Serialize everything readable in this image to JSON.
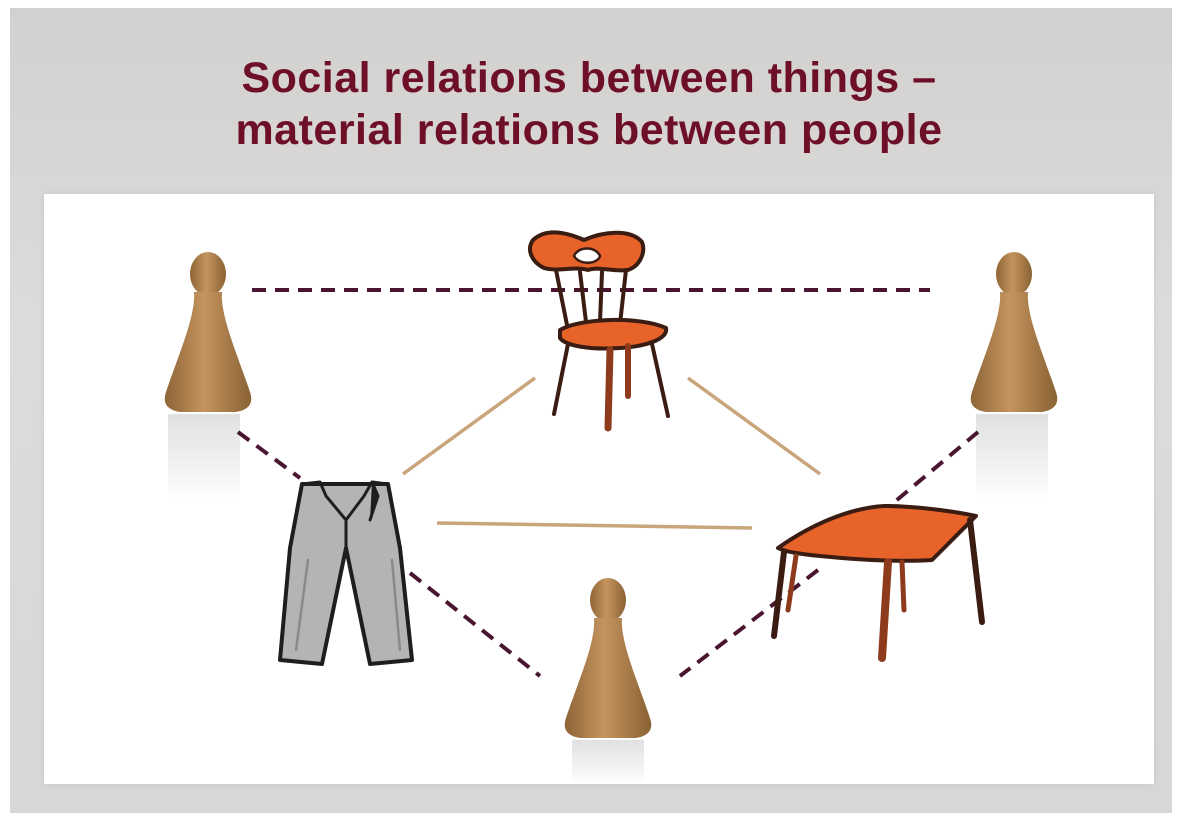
{
  "title": {
    "line1": "Social relations between things –",
    "line2": "material relations between people"
  },
  "colors": {
    "title": "#6e0f28",
    "people_link": "#4a1530",
    "thing_link": "#c9a57c",
    "pawn": "#b98a56",
    "furniture": "#e8632a",
    "trousers": "#b4b4b4"
  },
  "diagram": {
    "people": [
      "pawn-top-left",
      "pawn-top-right",
      "pawn-bottom"
    ],
    "things": [
      "chair",
      "trousers",
      "table"
    ],
    "people_links": "dashed",
    "thing_links": "solid"
  }
}
